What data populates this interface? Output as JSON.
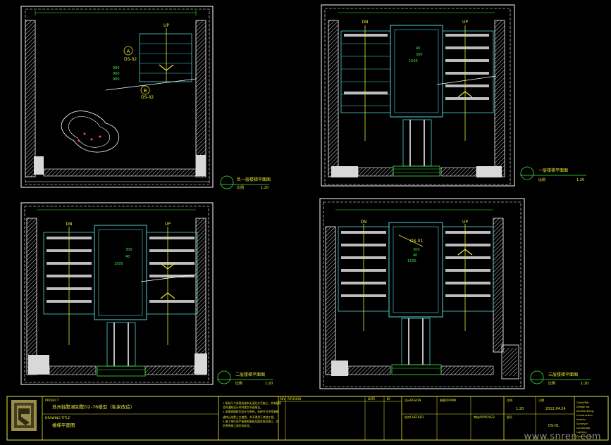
{
  "plans": [
    {
      "id": "plan-top-left",
      "dn_label": "",
      "up_label": "UP",
      "title": "负一层楼梯平面图",
      "scale_left": "比例",
      "scale_right": "1:20",
      "tags": [
        "A",
        "B",
        "DS-02",
        "DS-02"
      ],
      "dims": [
        "900",
        "900",
        "900"
      ]
    },
    {
      "id": "plan-top-right",
      "dn_label": "DN",
      "up_label": "UP",
      "title": "一层楼梯平面图",
      "scale_left": "比例",
      "scale_right": "1:20",
      "dims": [
        "40",
        "300",
        "1500"
      ]
    },
    {
      "id": "plan-bottom-left",
      "dn_label": "DN",
      "up_label": "UP",
      "title": "二层楼梯平面图",
      "scale_left": "比例",
      "scale_right": "1:20",
      "dims": [
        "300",
        "40",
        "1500"
      ]
    },
    {
      "id": "plan-bottom-right",
      "dn_label": "DN",
      "up_label": "UP",
      "title": "三层楼梯平面图",
      "scale_left": "比例",
      "scale_right": "1:20",
      "tags": [
        "DS-01"
      ],
      "dims": [
        "300",
        "40",
        "1500"
      ]
    }
  ],
  "title_block": {
    "project_label": "PROJECT",
    "project_name": "苏州独墅湖别墅D2-76楼型（私家改造）",
    "drawing_label": "DRAWING TITLE",
    "drawing_name": "楼梯平面图",
    "notes": [
      "1.所有尺寸须现场核实无误后方可施工，如有疑问",
      "及时通知设计师并提交书面报告。",
      "2.本图纸版权归设计方所有，未经许可不得复制",
      "或转让给第三方使用，亦不得用于其他工程。",
      "3.施工单位须严格按照图纸及国家规范施工，并",
      "负责所施工部位的安全。"
    ],
    "rev_header": [
      "REV",
      "REVISION",
      "DATE",
      "BY"
    ],
    "rev_cells": [
      "",
      "",
      "",
      ""
    ],
    "mid_labels": [
      "设计DESIGN",
      "制图DRAWN",
      "校对CHECKED",
      "审核APPROVED"
    ],
    "scale_label": "比例",
    "scale_value": "1:20",
    "date_label": "日期",
    "date_value": "2012.04.24",
    "sheet_label": "图号",
    "sheet_value": "DS-01",
    "right_list": [
      "Client/Ref.",
      "Design ltd.",
      "Architect/Eng.",
      "Construction",
      "Interior",
      "Surveyor",
      "Landscape",
      "Lighting",
      "Quantity Sur"
    ]
  },
  "watermark": "www.snren.com",
  "colors": {
    "background": "#000000",
    "wall": "#e8e8e8",
    "stairs": "#4fd4d4",
    "annotation": "#e8e838",
    "tag": "#e8e838",
    "dim": "#3ee83e",
    "title_block_line": "#e8e838"
  }
}
